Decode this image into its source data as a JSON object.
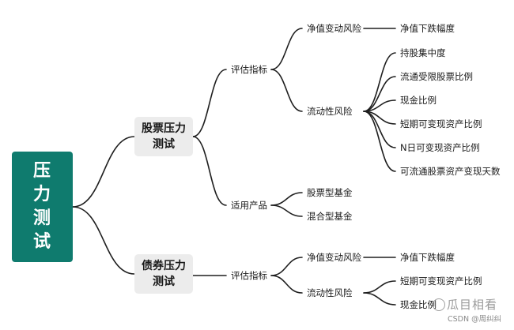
{
  "root": {
    "label": "压力测试"
  },
  "branches": [
    {
      "label": "股票压力测试",
      "children": [
        {
          "label": "评估指标",
          "children": [
            {
              "label": "净值变动风险",
              "children": [
                {
                  "label": "净值下跌幅度"
                }
              ]
            },
            {
              "label": "流动性风险",
              "children": [
                {
                  "label": "持股集中度"
                },
                {
                  "label": "流通受限股票比例"
                },
                {
                  "label": "现金比例"
                },
                {
                  "label": "短期可变现资产比例"
                },
                {
                  "label": "N日可变现资产比例"
                },
                {
                  "label": "可流通股票资产变现天数"
                }
              ]
            }
          ]
        },
        {
          "label": "适用产品",
          "children": [
            {
              "label": "股票型基金"
            },
            {
              "label": "混合型基金"
            }
          ]
        }
      ]
    },
    {
      "label": "债券压力测试",
      "children": [
        {
          "label": "评估指标",
          "children": [
            {
              "label": "净值变动风险",
              "children": [
                {
                  "label": "净值下跌幅度"
                }
              ]
            },
            {
              "label": "流动性风险",
              "children": [
                {
                  "label": "短期可变现资产比例"
                },
                {
                  "label": "现金比例"
                }
              ]
            }
          ]
        }
      ]
    }
  ],
  "watermark": {
    "brand": "瓜目相看",
    "source": "CSDN @周纠纠"
  },
  "colors": {
    "root": "#0f7b6e",
    "branch_bg": "#ececec",
    "line": "#1f1f1f"
  }
}
